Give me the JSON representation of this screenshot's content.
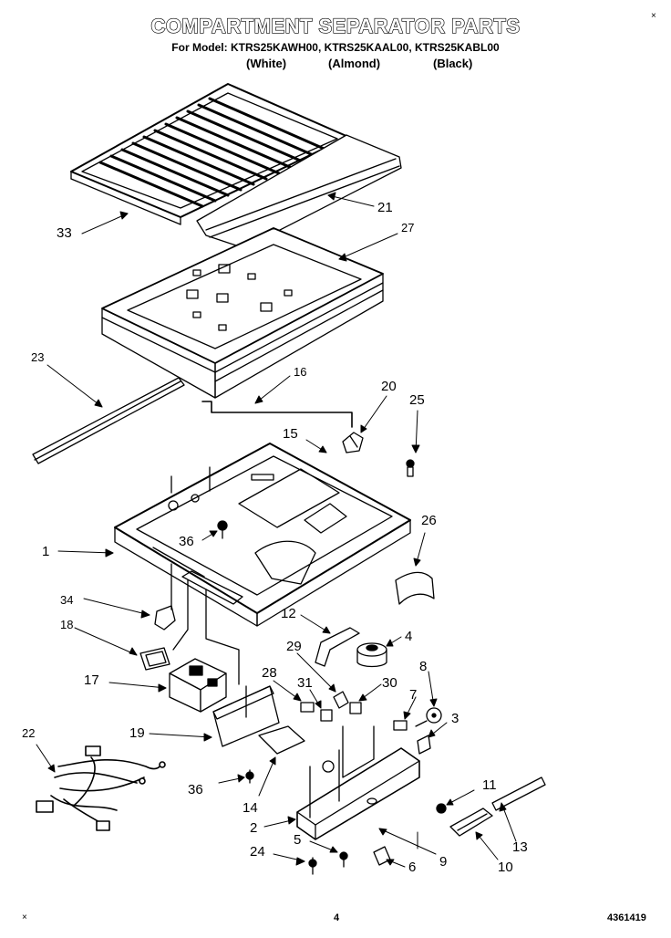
{
  "header": {
    "title": "COMPARTMENT SEPARATOR PARTS",
    "models": "For Model: KTRS25KAWH00, KTRS25KAAL00, KTRS25KABL00",
    "colors": [
      "(White)",
      "(Almond)",
      "(Black)"
    ]
  },
  "callouts": [
    "33",
    "21",
    "27",
    "23",
    "16",
    "20",
    "25",
    "15",
    "1",
    "36",
    "26",
    "34",
    "12",
    "4",
    "18",
    "29",
    "8",
    "17",
    "28",
    "31",
    "30",
    "7",
    "3",
    "22",
    "19",
    "36",
    "14",
    "11",
    "2",
    "5",
    "13",
    "24",
    "6",
    "9",
    "10"
  ],
  "footer": {
    "page": "4",
    "part_number": "4361419"
  }
}
